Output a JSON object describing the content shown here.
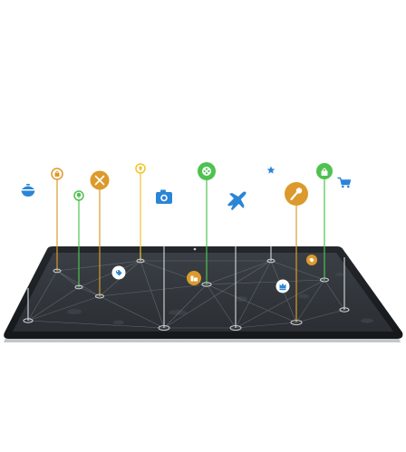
{
  "colors": {
    "orange": "#dc9a2c",
    "green": "#4fc150",
    "yellow": "#f0c52e",
    "blue": "#2a85d6",
    "white": "#ffffff",
    "device_dark": "#1f2327",
    "line_gray": "#c8ccd0"
  },
  "pins": [
    {
      "name": "shopping-bag-pin",
      "icon": "shopping-bag-icon",
      "color": "orange",
      "style": "ring-small"
    },
    {
      "name": "tree-pin",
      "icon": "tree-icon",
      "color": "green",
      "style": "ring-tiny"
    },
    {
      "name": "restaurant-pin",
      "icon": "fork-knife-icon",
      "color": "orange",
      "style": "filled"
    },
    {
      "name": "idea-pin",
      "icon": "lightbulb-icon",
      "color": "yellow",
      "style": "ring-tiny"
    },
    {
      "name": "cinema-pin",
      "icon": "film-reel-icon",
      "color": "green",
      "style": "filled"
    },
    {
      "name": "karaoke-pin",
      "icon": "microphone-icon",
      "color": "orange",
      "style": "filled"
    },
    {
      "name": "store-pin",
      "icon": "shopping-bag-icon",
      "color": "green",
      "style": "filled"
    },
    {
      "name": "school-pin",
      "icon": "building-icon",
      "color": "orange",
      "style": "badge"
    },
    {
      "name": "tag-pin",
      "icon": "tag-icon",
      "color": "blue",
      "style": "badge"
    },
    {
      "name": "crown-pin",
      "icon": "crown-icon",
      "color": "blue",
      "style": "badge"
    },
    {
      "name": "discount-pin",
      "icon": "tag-icon",
      "color": "orange",
      "style": "badge"
    }
  ],
  "floating_icons": [
    {
      "name": "food-bowl-icon",
      "color": "blue"
    },
    {
      "name": "camera-icon",
      "color": "blue"
    },
    {
      "name": "airplane-icon",
      "color": "blue"
    },
    {
      "name": "star-icon",
      "color": "blue"
    },
    {
      "name": "shopping-cart-icon",
      "color": "blue"
    }
  ]
}
